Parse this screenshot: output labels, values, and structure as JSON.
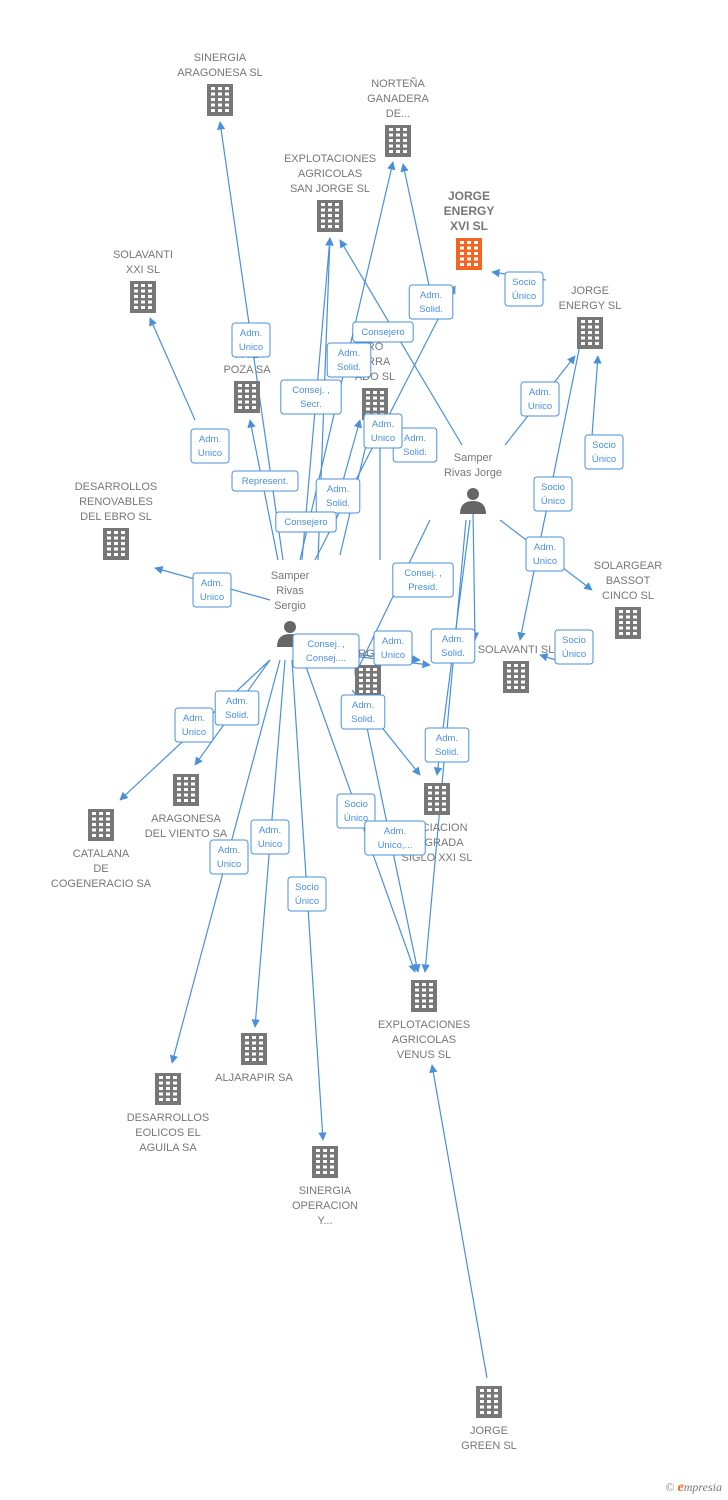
{
  "colors": {
    "edge": "#4a90d9",
    "building": "#777777",
    "focus": "#f26522",
    "person": "#666666",
    "label": "#777777"
  },
  "nodes": [
    {
      "id": "sinergia_aragonesa",
      "type": "company",
      "label": [
        "SINERGIA",
        "ARAGONESA SL"
      ]
    },
    {
      "id": "nortena",
      "type": "company",
      "label": [
        "NORTEÑA",
        "GANADERA",
        "DE..."
      ]
    },
    {
      "id": "explotaciones_san_jorge",
      "type": "company",
      "label": [
        "EXPLOTACIONES",
        "AGRICOLAS",
        "SAN JORGE SL"
      ]
    },
    {
      "id": "jorge_energy_xvi",
      "type": "company",
      "focus": true,
      "label": [
        "JORGE",
        "ENERGY",
        "XVI  SL"
      ]
    },
    {
      "id": "solavanti_xxi",
      "type": "company",
      "label": [
        "SOLAVANTI",
        "XXI SL"
      ]
    },
    {
      "id": "jorge_energy",
      "type": "company",
      "label": [
        "JORGE",
        "ENERGY SL"
      ]
    },
    {
      "id": "pa_poza",
      "type": "company",
      "label": [
        "E",
        "PA          E",
        "POZA SA"
      ]
    },
    {
      "id": "ro_arra",
      "type": "company",
      "label": [
        "RO",
        "ARRA",
        "     ADO SL"
      ]
    },
    {
      "id": "desarrollos_ebro",
      "type": "company",
      "label": [
        "DESARROLLOS",
        "RENOVABLES",
        "DEL EBRO SL"
      ]
    },
    {
      "id": "solargear",
      "type": "company",
      "label": [
        "SOLARGEAR",
        "BASSOT",
        "CINCO SL"
      ]
    },
    {
      "id": "solavanti",
      "type": "company",
      "label": [
        "SOLAVANTI SL"
      ]
    },
    {
      "id": "rgi",
      "type": "company",
      "label": [
        "RGI"
      ]
    },
    {
      "id": "aragonesa_viento",
      "type": "company",
      "label": [
        "ARAGONESA",
        "DEL VIENTO SA"
      ]
    },
    {
      "id": "catalana",
      "type": "company",
      "label": [
        "CATALANA",
        "DE",
        "COGENERACIO SA"
      ]
    },
    {
      "id": "financiacion",
      "type": "company",
      "label": [
        "ANCIACION",
        "TEGRADA",
        "SIGLO XXI  SL"
      ]
    },
    {
      "id": "explotaciones_venus",
      "type": "company",
      "label": [
        "EXPLOTACIONES",
        "AGRICOLAS",
        "VENUS  SL"
      ]
    },
    {
      "id": "aljarapir",
      "type": "company",
      "label": [
        "ALJARAPIR SA"
      ]
    },
    {
      "id": "desarrollos_aguila",
      "type": "company",
      "label": [
        "DESARROLLOS",
        "EOLICOS EL",
        "AGUILA SA"
      ]
    },
    {
      "id": "sinergia_operacion",
      "type": "company",
      "label": [
        "SINERGIA",
        "OPERACION",
        "Y..."
      ]
    },
    {
      "id": "jorge_green",
      "type": "company",
      "label": [
        "JORGE",
        "GREEN  SL"
      ]
    },
    {
      "id": "samper_jorge",
      "type": "person",
      "label": [
        "Samper",
        "Rivas Jorge"
      ]
    },
    {
      "id": "samper_sergio",
      "type": "person",
      "label": [
        "Samper",
        "Rivas",
        "Sergio"
      ]
    }
  ],
  "edge_labels": [
    [
      "Adm.",
      "Unico"
    ],
    [
      "Adm.",
      "Solid."
    ],
    [
      "Consejero"
    ],
    [
      "Adm.",
      "Solid."
    ],
    [
      "Adm.",
      "Unico"
    ],
    [
      "Adm.",
      "Solid."
    ],
    [
      "Socio",
      "Único"
    ],
    [
      "Adm.",
      "Unico"
    ],
    [
      "Socio",
      "Único"
    ],
    [
      "Consej. ,",
      "Secr."
    ],
    [
      "Adm.",
      "Unico"
    ],
    [
      "Represent."
    ],
    [
      "Adm.",
      "Solid."
    ],
    [
      "Consejero"
    ],
    [
      "Socio",
      "Único"
    ],
    [
      "Adm.",
      "Unico"
    ],
    [
      "Adm.",
      "Unico"
    ],
    [
      "Consej. ,",
      "Presid."
    ],
    [
      "Consej. ,",
      "Consej...."
    ],
    [
      "Adm.",
      "Unico"
    ],
    [
      "Adm.",
      "Solid."
    ],
    [
      "Socio",
      "Único"
    ],
    [
      "Adm.",
      "Unico"
    ],
    [
      "Adm.",
      "Unico"
    ],
    [
      "Adm.",
      "Solid."
    ],
    [
      "Adm.",
      "Solid."
    ],
    [
      "Adm.",
      "Solid."
    ],
    [
      "Socio",
      "Único"
    ],
    [
      "Adm.",
      "Unico,..."
    ],
    [
      "Adm.",
      "Unico"
    ],
    [
      "Adm.",
      "Unico"
    ],
    [
      "Socio",
      "Único"
    ]
  ],
  "brand": {
    "copyright": "©",
    "initial": "e",
    "rest": "mpresia"
  }
}
